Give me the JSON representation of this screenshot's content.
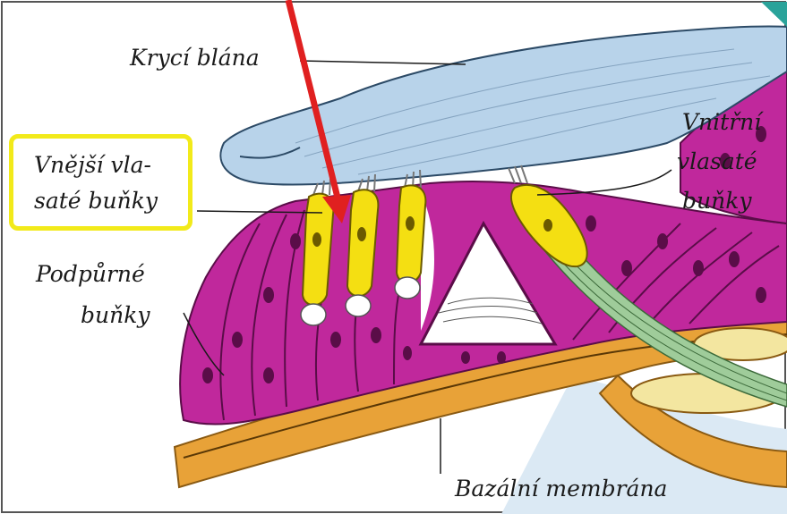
{
  "labels": {
    "tectorial_membrane": "Krycí blána",
    "outer_hair_cells_line1": "Vnější vla-",
    "outer_hair_cells_line2": "saté buňky",
    "inner_hair_cells_line1": "Vnitřní",
    "inner_hair_cells_line2": "vlasaté",
    "inner_hair_cells_line3": "buňky",
    "supporting_cells_line1": "Podpůrné",
    "supporting_cells_line2": "buňky",
    "basilar_membrane": "Bazální membrána"
  },
  "colors": {
    "tectorial": "#b8d3ea",
    "supporting_cells": "#c0289c",
    "hair_cells": "#f4df12",
    "basilar": "#e8a238",
    "nerve": "#9fcc9a",
    "arrow": "#e02020",
    "highlight": "#f2ea1a"
  }
}
